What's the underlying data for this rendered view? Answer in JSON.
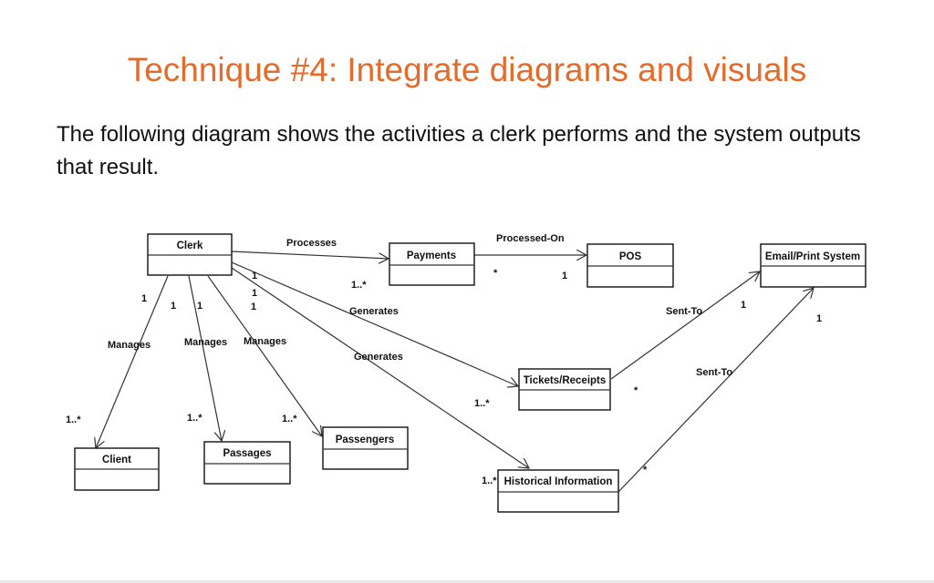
{
  "slide": {
    "title": "Technique #4: Integrate diagrams and visuals",
    "intro": "The following diagram shows the activities a clerk performs and the system outputs that result."
  },
  "diagram": {
    "classes": {
      "clerk": "Clerk",
      "payments": "Payments",
      "pos": "POS",
      "email": "Email/Print System",
      "tickets": "Tickets/Receipts",
      "historical": "Historical Information",
      "client": "Client",
      "passages": "Passages",
      "passengers": "Passengers"
    },
    "labels": {
      "processes": "Processes",
      "processed_on": "Processed-On",
      "generates_1": "Generates",
      "generates_2": "Generates",
      "sent_to_1": "Sent-To",
      "sent_to_2": "Sent-To",
      "manages_1": "Manages",
      "manages_2": "Manages",
      "manages_3": "Manages"
    },
    "multiplicities": {
      "clerk_payments_end": "1..*",
      "payments_pos_start": "*",
      "payments_pos_end": "1",
      "clerk_right_1": "1",
      "clerk_right_2": "1",
      "clerk_right_3": "1",
      "clerk_left_1": "1",
      "clerk_left_2": "1",
      "clerk_left_3": "1",
      "client_end": "1..*",
      "passages_end": "1..*",
      "passengers_end": "1..*",
      "tickets_end": "1..*",
      "tickets_start": "*",
      "historical_end": "1..*",
      "historical_start": "*",
      "email_end_1": "1",
      "email_end_2": "1"
    }
  }
}
